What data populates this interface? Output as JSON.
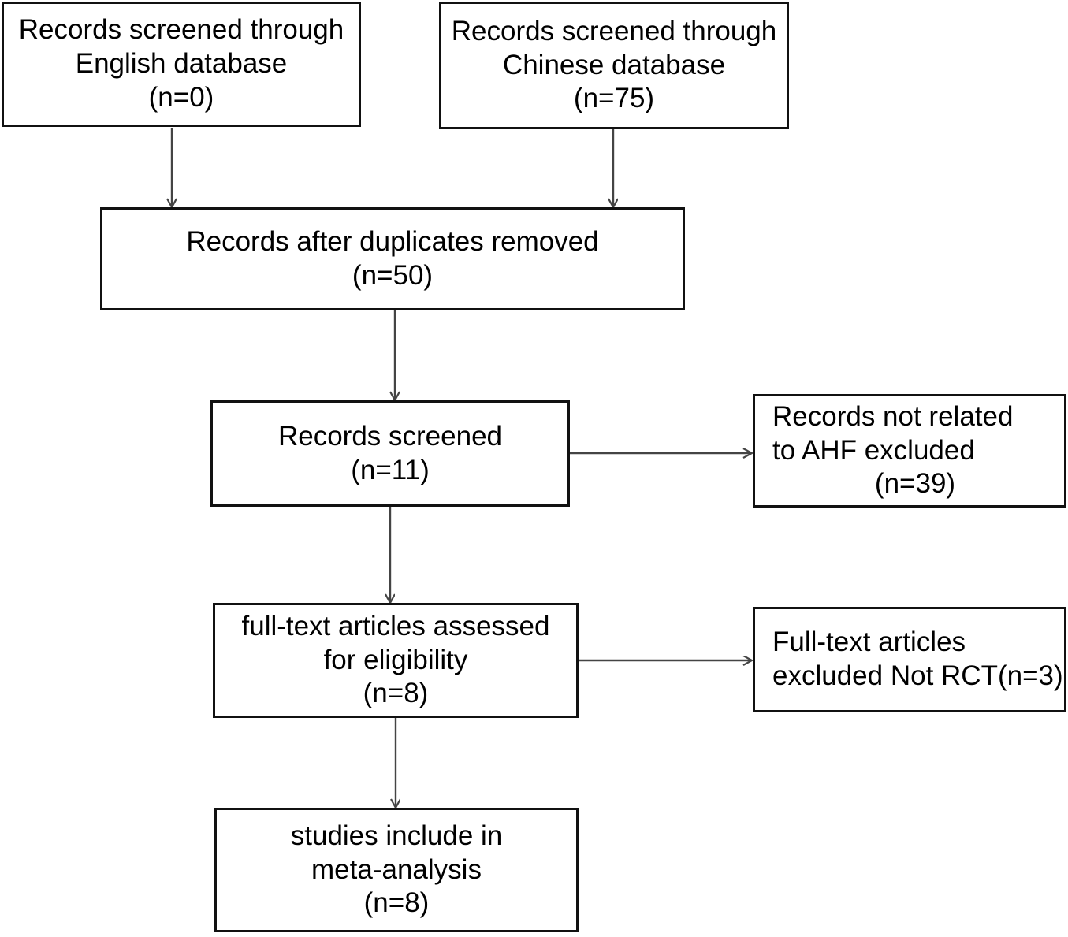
{
  "diagram": {
    "type": "prisma-flow-diagram",
    "title": "",
    "stroke_color": "#111111",
    "background_color": "#ffffff",
    "arrow_color": "#444444"
  },
  "nodes": {
    "english_db": {
      "lines": [
        "Records screened through",
        "English database",
        "(n=0)"
      ],
      "count": 0
    },
    "chinese_db": {
      "lines": [
        "Records screened through",
        "Chinese database",
        "(n=75)"
      ],
      "count": 75
    },
    "duplicates_removed": {
      "lines": [
        "Records after duplicates removed",
        "(n=50)"
      ],
      "count": 50
    },
    "records_screened": {
      "lines": [
        "Records screened",
        "(n=11)"
      ],
      "count": 11
    },
    "records_excluded": {
      "lines": [
        "Records not related",
        "to AHF excluded",
        "(n=39)"
      ],
      "count": 39
    },
    "fulltext_assessed": {
      "lines": [
        "full-text articles assessed",
        "for eligibility",
        "(n=8)"
      ],
      "count": 8
    },
    "fulltext_excluded": {
      "lines": [
        "Full-text articles",
        "excluded Not RCT(n=3)"
      ],
      "count": 3
    },
    "studies_included": {
      "lines": [
        "studies include in",
        "meta-analysis",
        "(n=8)"
      ],
      "count": 8
    }
  },
  "connectors": [
    {
      "name": "english-db-to-duplicates",
      "direction": "down"
    },
    {
      "name": "chinese-db-to-duplicates",
      "direction": "down"
    },
    {
      "name": "duplicates-to-screened",
      "direction": "down"
    },
    {
      "name": "screened-to-records-excluded",
      "direction": "right"
    },
    {
      "name": "screened-to-fulltext",
      "direction": "down"
    },
    {
      "name": "fulltext-to-fulltext-excluded",
      "direction": "right"
    },
    {
      "name": "fulltext-to-included",
      "direction": "down"
    }
  ]
}
